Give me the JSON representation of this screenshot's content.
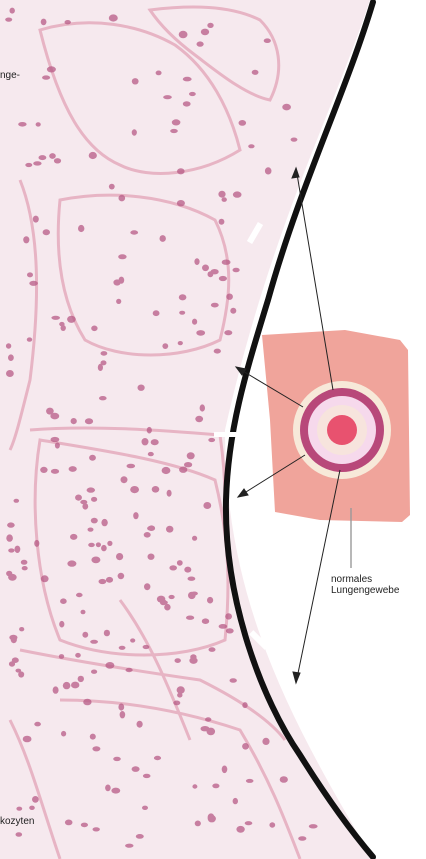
{
  "labels": {
    "top_fragment": "nge-",
    "normal_tissue": "normales\nLungengewebe",
    "bottom_fragment": "kozyten"
  },
  "colors": {
    "tissue_background": "#f6e9ee",
    "alveolar_wall": "#e7b4c4",
    "nucleus": "#b85b86",
    "pleura_line": "#111111",
    "normal_tissue_fill": "#f0a49b",
    "ring_outer": "#b8487a",
    "ring_inner": "#f6d9ec",
    "center_dot": "#e8526f",
    "arrow": "#222222",
    "label_text": "#222222"
  }
}
